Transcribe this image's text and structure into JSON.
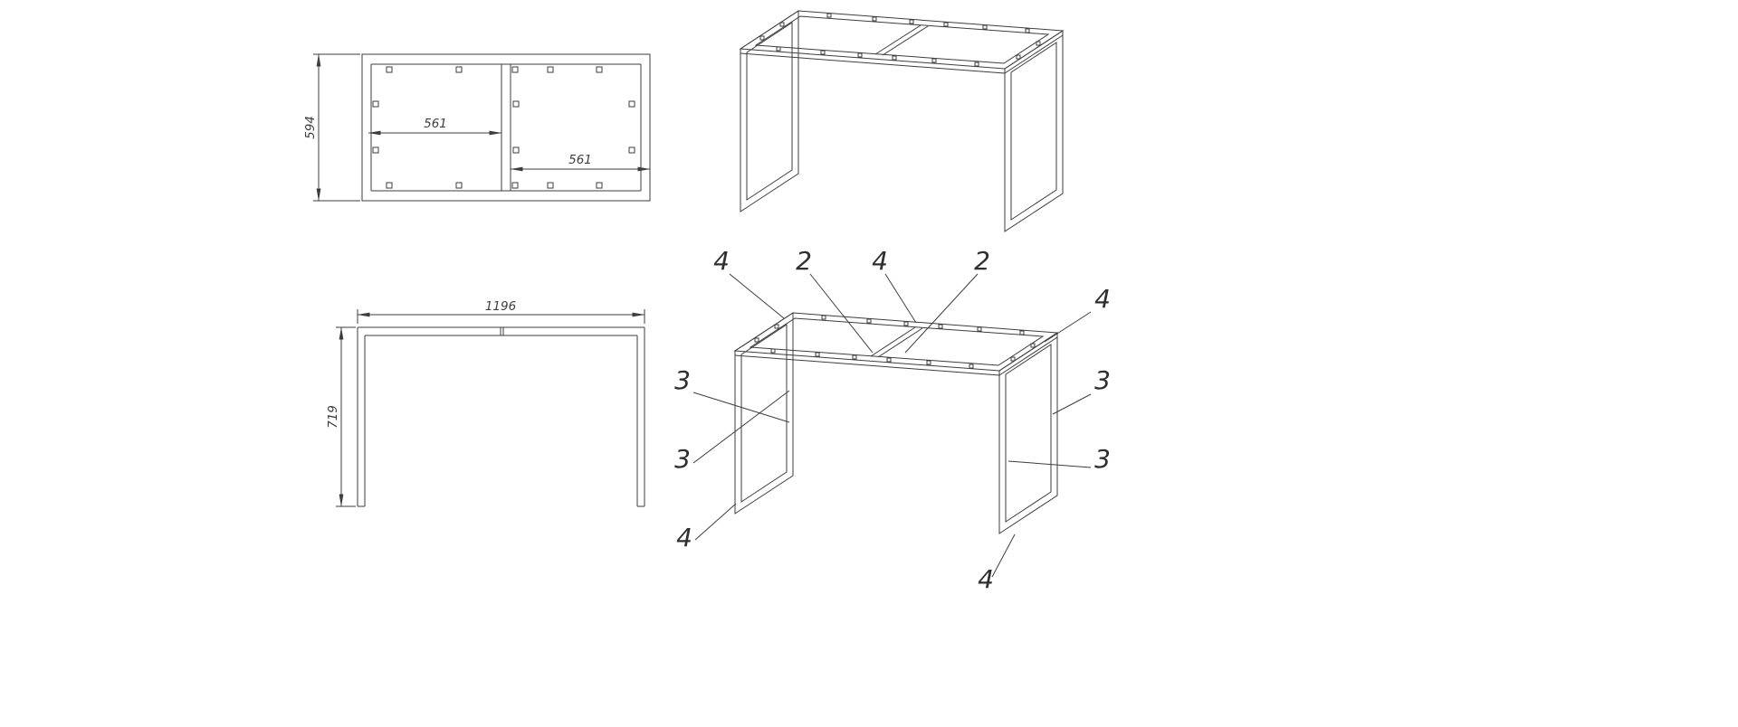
{
  "colors": {
    "background": "#ffffff",
    "line": "#3d3d3d",
    "text": "#3d3d3d"
  },
  "views": {
    "top": {
      "dims": {
        "depth": "594",
        "left_half": "561",
        "right_half": "561"
      }
    },
    "front": {
      "dims": {
        "width": "1196",
        "height": "719"
      }
    },
    "iso_annotated": {
      "callouts": [
        "4",
        "2",
        "4",
        "2",
        "4",
        "3",
        "3",
        "3",
        "3",
        "4",
        "4"
      ]
    }
  }
}
